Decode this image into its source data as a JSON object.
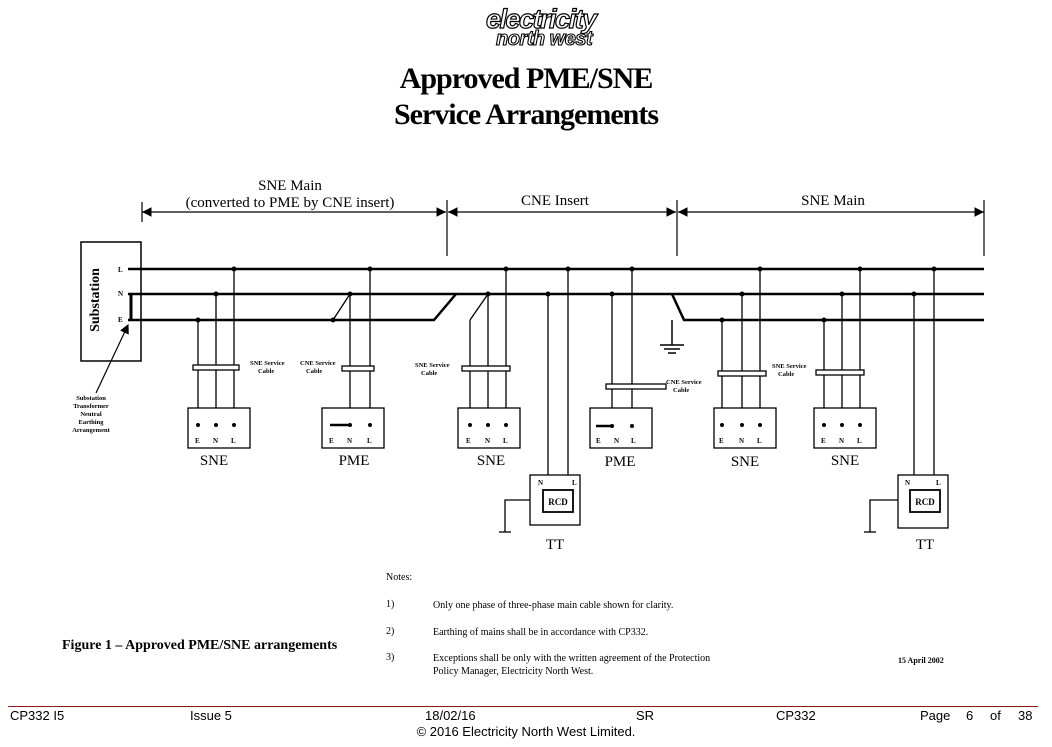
{
  "header": {
    "logo_line1": "electricity",
    "logo_line2": "north west",
    "title_line1": "Approved PME/SNE",
    "title_line2": "Service Arrangements"
  },
  "diagram": {
    "section_sne_main_left_line1": "SNE Main",
    "section_sne_main_left_line2": "(converted to PME by CNE insert)",
    "section_cne_insert": "CNE Insert",
    "section_sne_main_right": "SNE Main",
    "substation_label": "Substation",
    "conductor_labels": [
      "L",
      "N",
      "E"
    ],
    "earthing_note": [
      "Substation",
      "Transformer",
      "Neutral",
      "Earthing",
      "Arrangement"
    ],
    "cable_labels": {
      "sne_service_cable": [
        "SNE Service",
        "Cable"
      ],
      "cne_service_cable": [
        "CNE Service",
        "Cable"
      ]
    },
    "terminal_letters": [
      "E",
      "N",
      "L"
    ],
    "rcd_terminals": [
      "N",
      "L"
    ],
    "rcd_label": "RCD",
    "installation_labels": [
      "SNE",
      "PME",
      "SNE",
      "PME",
      "SNE",
      "SNE",
      "TT",
      "TT"
    ]
  },
  "notes": {
    "heading": "Notes:",
    "items": [
      {
        "num": "1)",
        "text": "Only one phase of three-phase main cable shown for clarity."
      },
      {
        "num": "2)",
        "text": "Earthing of mains shall be in accordance with CP332."
      },
      {
        "num": "3)",
        "text": "Exceptions shall be only with the written agreement of the Protection Policy Manager, Electricity North West."
      }
    ]
  },
  "figure_caption": "Figure 1 – Approved PME/SNE arrangements",
  "date_stamp": "15 April 2002",
  "footer": {
    "doc_code": "CP332 I5",
    "issue": "Issue 5",
    "date": "18/02/16",
    "author": "SR",
    "doc_ref": "CP332",
    "page_label": "Page",
    "page_num": "6",
    "of_label": "of",
    "page_total": "38",
    "copyright": "© 2016 Electricity North West Limited."
  }
}
